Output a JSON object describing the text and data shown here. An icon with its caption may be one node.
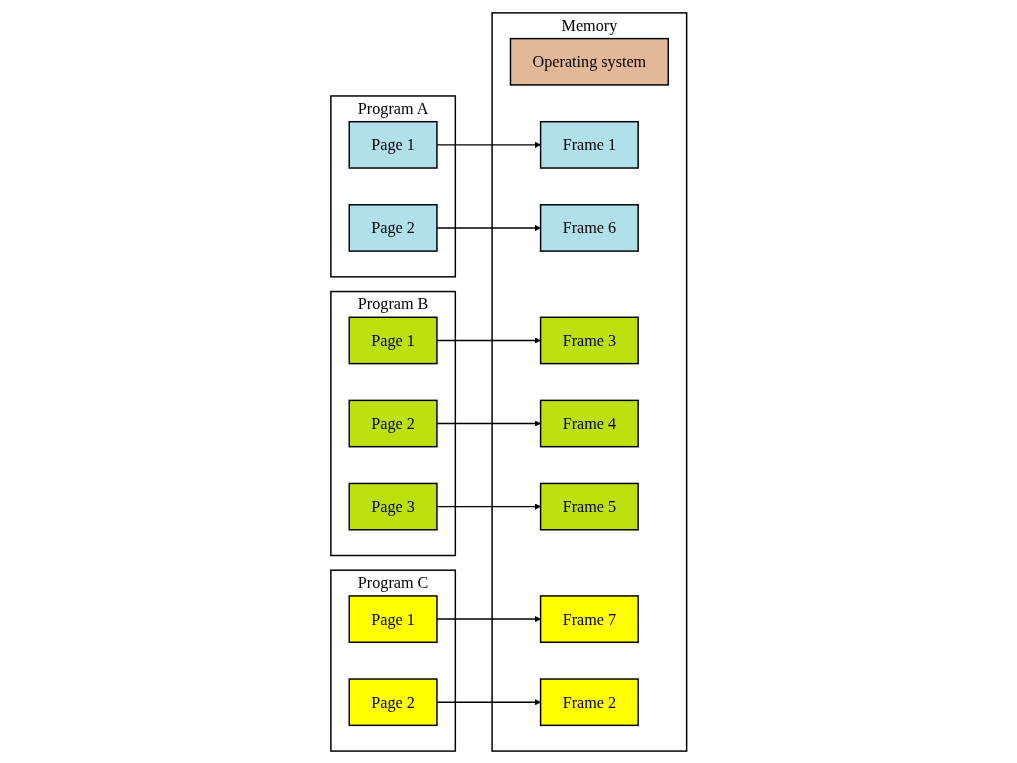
{
  "diagram": {
    "nodes": [
      {
        "text": [
          "Program A"
        ]
      },
      {
        "text": [
          "Page 1"
        ],
        "in": 0
      },
      {
        "text": [
          "Page 2"
        ],
        "in": 0
      },
      {
        "text": [
          "Program B"
        ]
      },
      {
        "text": [
          "Page 1"
        ],
        "in": 3
      },
      {
        "text": [
          "Page 2"
        ],
        "in": 3
      },
      {
        "text": [
          "Page 3"
        ],
        "in": 3
      },
      {
        "text": [
          "Program C"
        ]
      },
      {
        "text": [
          "Page 1"
        ],
        "in": 7
      },
      {
        "text": [
          "Page 2"
        ],
        "in": 7
      },
      {
        "text": [
          "Memory"
        ]
      },
      {
        "text": [
          "Operating system"
        ],
        "in": 10
      },
      {
        "text": [
          "Frame 1"
        ],
        "in": 10
      },
      {
        "text": [
          "Frame 2"
        ],
        "in": 10
      },
      {
        "text": [
          "Frame 3"
        ],
        "in": 10
      },
      {
        "text": [
          "Frame 4"
        ],
        "in": 10
      },
      {
        "text": [
          "Frame 5"
        ],
        "in": 10
      },
      {
        "text": [
          "Frame 6"
        ],
        "in": 10
      },
      {
        "text": [
          "Frame 7"
        ],
        "in": 10
      }
    ],
    "edges": [
      {
        "from": 1,
        "to": 12,
        "arrow": "to"
      },
      {
        "from": 2,
        "to": 17,
        "arrow": "to"
      },
      {
        "from": 4,
        "to": 14,
        "arrow": "to"
      },
      {
        "from": 5,
        "to": 15,
        "arrow": "to"
      },
      {
        "from": 6,
        "to": 16,
        "arrow": "to"
      },
      {
        "from": 8,
        "to": 18,
        "arrow": "to"
      },
      {
        "from": 9,
        "to": 13,
        "arrow": "to"
      }
    ]
  }
}
